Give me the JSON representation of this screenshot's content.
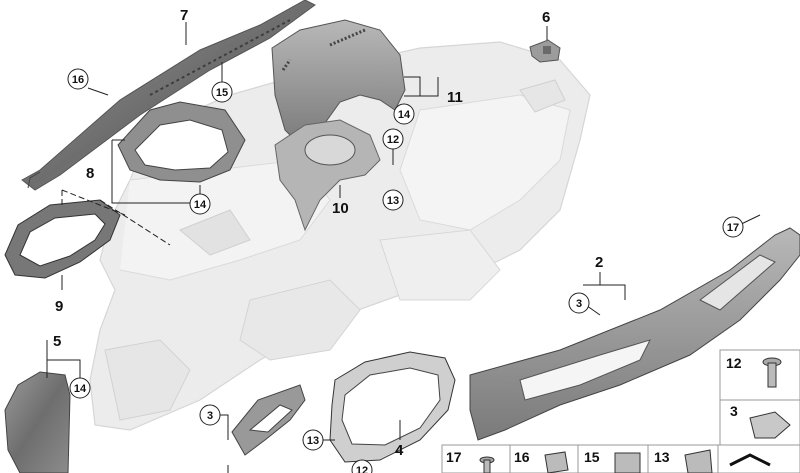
{
  "labels": [
    {
      "id": "l7",
      "text": "7"
    },
    {
      "id": "l6",
      "text": "6"
    },
    {
      "id": "l11",
      "text": "11"
    },
    {
      "id": "l8",
      "text": "8"
    },
    {
      "id": "l10",
      "text": "10"
    },
    {
      "id": "l9",
      "text": "9"
    },
    {
      "id": "l5",
      "text": "5"
    },
    {
      "id": "l2",
      "text": "2"
    },
    {
      "id": "l4",
      "text": "4"
    }
  ],
  "circled": [
    {
      "id": "c16",
      "text": "16"
    },
    {
      "id": "c15",
      "text": "15"
    },
    {
      "id": "c14a",
      "text": "14"
    },
    {
      "id": "c12",
      "text": "12"
    },
    {
      "id": "c14b",
      "text": "14"
    },
    {
      "id": "c13",
      "text": "13"
    },
    {
      "id": "c17",
      "text": "17"
    },
    {
      "id": "c3a",
      "text": "3"
    },
    {
      "id": "c14c",
      "text": "14"
    },
    {
      "id": "c3b",
      "text": "3"
    },
    {
      "id": "c13b",
      "text": "13"
    },
    {
      "id": "c12b",
      "text": "12"
    }
  ],
  "legend": [
    {
      "id": "lg12",
      "text": "12"
    },
    {
      "id": "lg3",
      "text": "3"
    },
    {
      "id": "lg17",
      "text": "17"
    },
    {
      "id": "lg16",
      "text": "16"
    },
    {
      "id": "lg15",
      "text": "15"
    },
    {
      "id": "lg13",
      "text": "13"
    }
  ]
}
